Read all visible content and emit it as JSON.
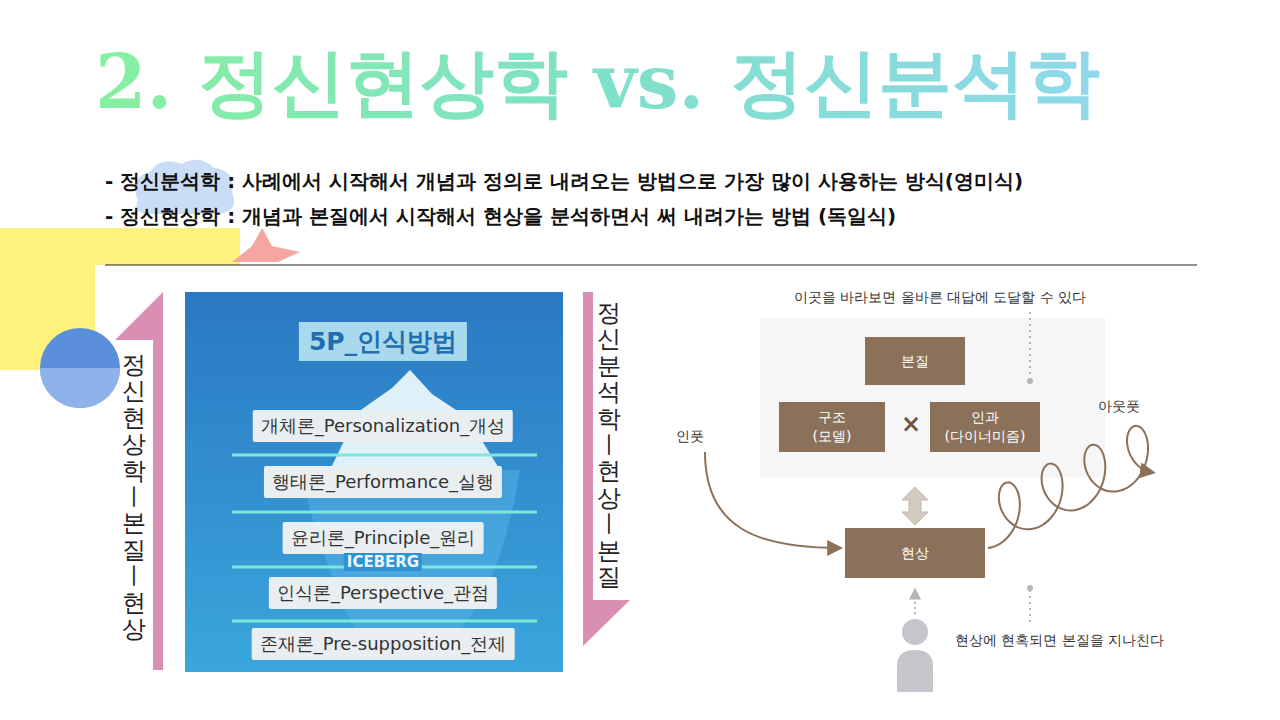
{
  "diagram": {
    "title": "2. 정신현상학 vs. 정신분석학",
    "nodes": [
      {
        "text": [
          "5P_인식방법"
        ]
      },
      {
        "text": [
          "개체론_Personalization_개성"
        ]
      },
      {
        "text": [
          "행태론_Performance_실행"
        ]
      },
      {
        "text": [
          "윤리론_Principle_원리"
        ]
      },
      {
        "text": [
          "인식론_Perspective_관점"
        ]
      },
      {
        "text": [
          "존재론_Pre-supposition_전제"
        ]
      },
      {
        "text": [
          "본질"
        ]
      },
      {
        "text": [
          "구조",
          "(모델)"
        ]
      },
      {
        "text": [
          "인과",
          "(다이너미즘)"
        ]
      },
      {
        "text": [
          "현상"
        ]
      }
    ],
    "labels": [
      "- 정신분석학 : 사례에서 시작해서 개념과 정의로 내려오는 방법으로 가장 많이 사용하는 방식(영미식)",
      "- 정신현상학 : 개념과 본질에서 시작해서 현상을 분석하면서 써 내려가는 방법 (독일식)",
      "정신현상학ㅣ본질ㅣ현상",
      "정신분석학ㅣ현상ㅣ본질",
      "ICEBERG",
      "이곳을 바라보면 올바른 대답에 도달할 수 있다",
      "×",
      "인풋",
      "아웃풋",
      "현상에 현혹되면 본질을 지나친다"
    ]
  }
}
